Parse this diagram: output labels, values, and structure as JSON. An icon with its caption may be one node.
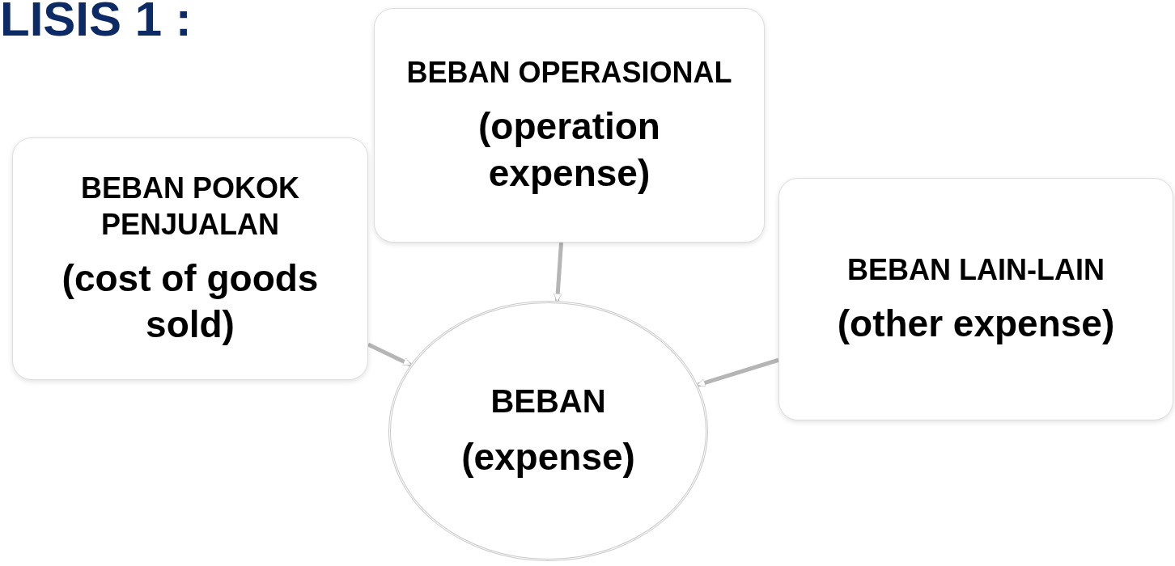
{
  "diagram": {
    "title": "LISIS 1 :",
    "nodes": [
      {
        "text": [
          "BEBAN POKOK PENJUALAN",
          "(cost of goods sold)"
        ]
      },
      {
        "text": [
          "BEBAN OPERASIONAL",
          "(operation expense)"
        ]
      },
      {
        "text": [
          "BEBAN LAIN-LAIN",
          "(other expense)"
        ]
      },
      {
        "text": [
          "BEBAN",
          "(expense)"
        ]
      }
    ],
    "edges": [
      {
        "from": 1,
        "to": 3,
        "arrow": "to"
      },
      {
        "from": 0,
        "to": 3,
        "arrow": "to"
      },
      {
        "from": 2,
        "to": 3,
        "arrow": "to"
      }
    ]
  }
}
